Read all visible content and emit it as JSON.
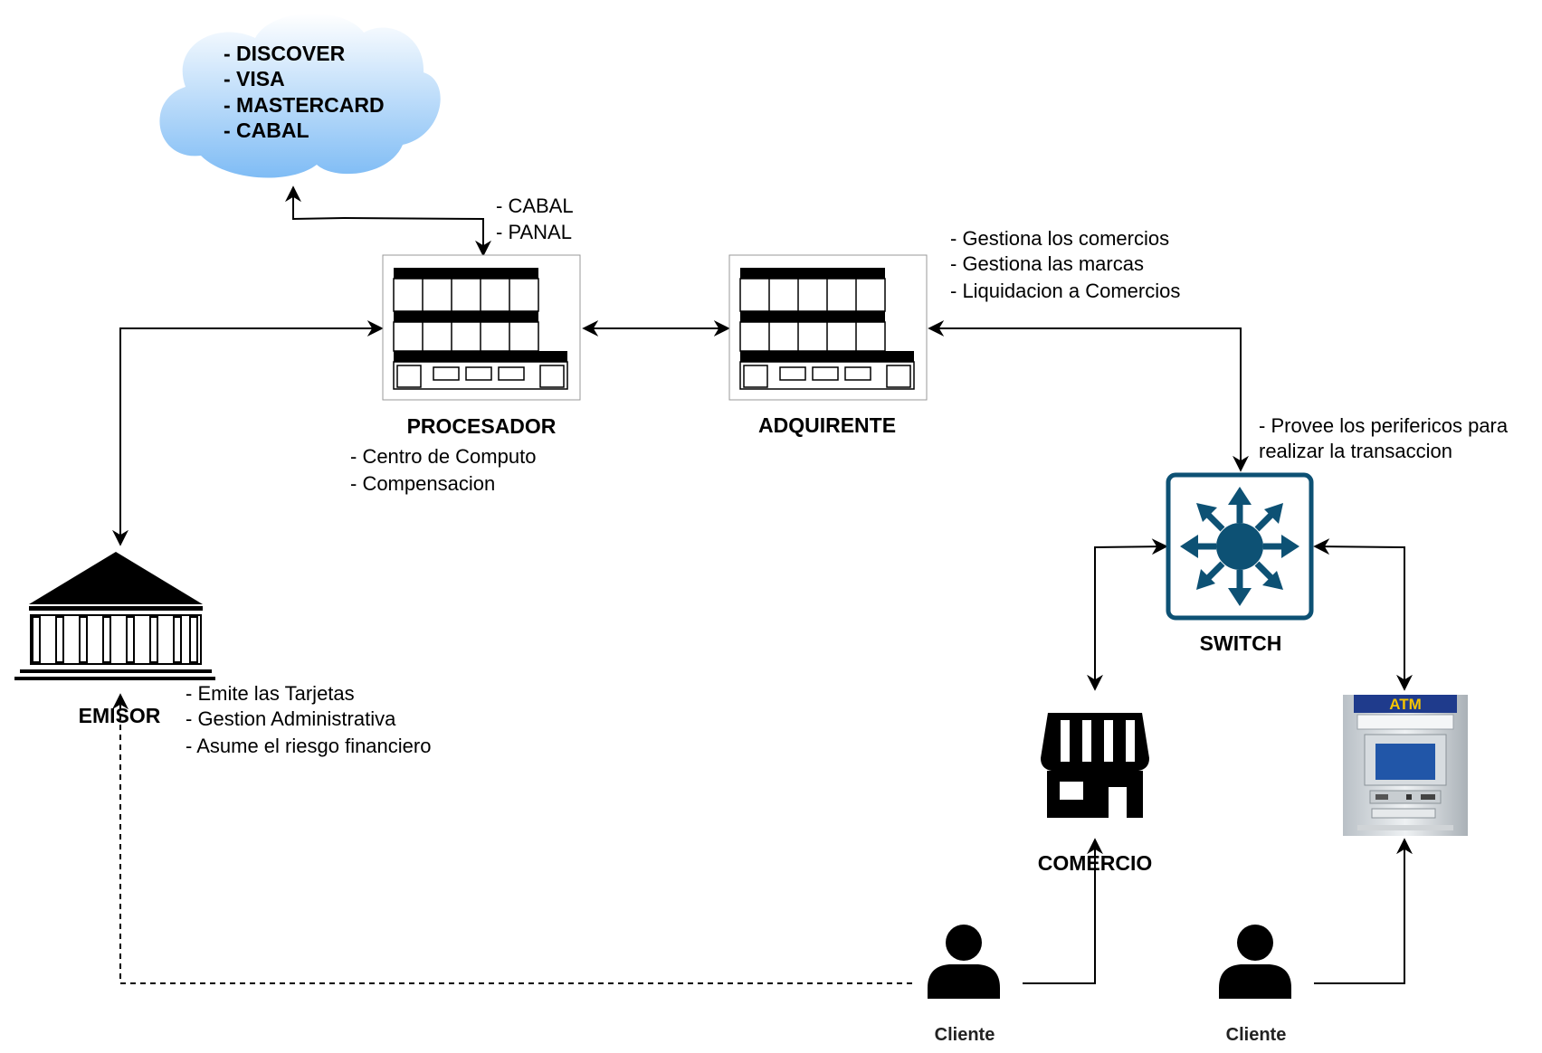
{
  "cloud": {
    "lines": [
      "- DISCOVER",
      "- VISA",
      "- MASTERCARD",
      "- CABAL"
    ]
  },
  "procesador": {
    "title": "PROCESADOR",
    "top_notes": [
      "- CABAL",
      "- PANAL"
    ],
    "notes": [
      "- Centro de Computo",
      "- Compensacion"
    ]
  },
  "adquirente": {
    "title": "ADQUIRENTE",
    "notes": [
      "- Gestiona los comercios",
      "- Gestiona las marcas",
      "- Liquidacion a Comercios"
    ]
  },
  "switch": {
    "title": "SWITCH",
    "notes": [
      "- Provee los perifericos para",
      "realizar la transaccion"
    ],
    "color": "#0d5174"
  },
  "emisor": {
    "title": "EMISOR",
    "notes": [
      "- Emite las Tarjetas",
      "- Gestion Administrativa",
      "- Asume el riesgo financiero"
    ]
  },
  "comercio": {
    "title": "COMERCIO"
  },
  "atm": {
    "title": "ATM"
  },
  "clientes": [
    "Cliente",
    "Cliente"
  ],
  "colors": {
    "cloud_top": "#ffffff",
    "cloud_bottom": "#7fbcf5",
    "atm_header": "#1f3b8c",
    "atm_label": "#f5c400"
  }
}
